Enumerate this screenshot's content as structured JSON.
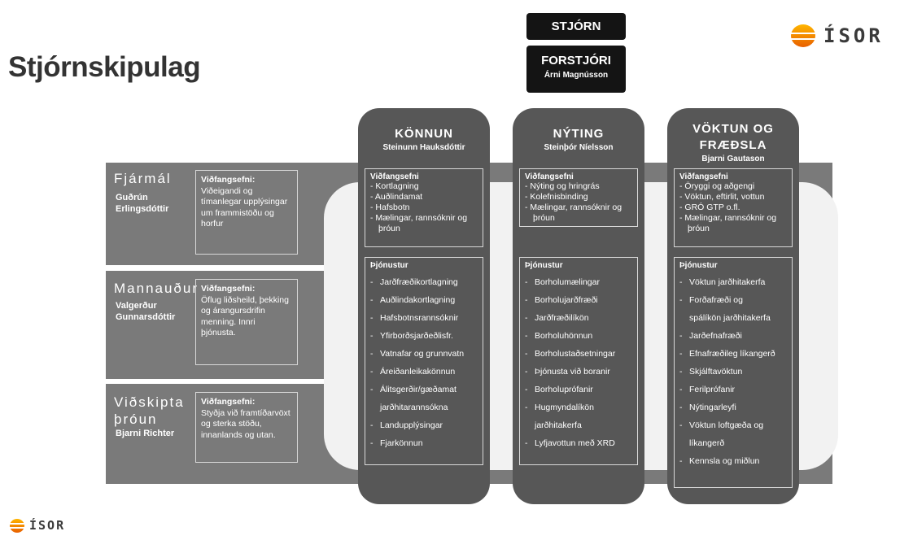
{
  "title": "Stjórnskipulag",
  "logo_text": "ÍSOR",
  "board": "STJÓRN",
  "ceo": {
    "title": "FORSTJÓRI",
    "name": "Árni Magnússon"
  },
  "bands": [
    {
      "title": "Fjármál",
      "person": [
        "Guðrún",
        "Erlingsdóttir"
      ],
      "box_title": "Viðfangsefni:",
      "box_text": "Viðeigandi og tímanlegar upplýsingar um frammistöðu og horfur"
    },
    {
      "title": "Mannauður",
      "person": [
        "Valgerður",
        "Gunnarsdóttir"
      ],
      "box_title": "Viðfangsefni:",
      "box_text": "Öflug liðsheild, þekking og árangursdrifin menning. Innri þjónusta."
    },
    {
      "title": "Viðskipta þróun",
      "person": [
        "Bjarni Richter"
      ],
      "box_title": "Viðfangsefni:",
      "box_text": "Styðja við framtíðarvöxt og sterka stöðu, innanlands og utan."
    }
  ],
  "columns": [
    {
      "name": "KÖNNUN",
      "person": "Steinunn Hauksdóttir",
      "v_title": "Viðfangsefni",
      "v_items": [
        "Kortlagning",
        "Auðlindamat",
        "Hafsbotn",
        "Mælingar, rannsóknir og þróun"
      ],
      "s_title": "Þjónustur",
      "s_items": [
        "Jarðfræðikortlagning",
        "Auðlindakortlagning",
        "Hafsbotnsrannsóknir",
        "Yfirborðsjarðeðlisfr.",
        "Vatnafar og grunnvatn",
        "Áreiðanleikakönnun",
        "Álitsgerðir/gæðamat",
        "jarðhitarannsókna",
        "Landupplýsingar",
        "Fjarkönnun"
      ]
    },
    {
      "name": "NÝTING",
      "person": "Steinþór Níelsson",
      "v_title": "Viðfangsefni",
      "v_items": [
        "Nýting og hringrás",
        "Kolefnisbinding",
        "Mælingar, rannsóknir og þróun"
      ],
      "s_title": "Þjónustur",
      "s_items": [
        "Borholumælingar",
        "Borholujarðfræði",
        "Jarðfræðilíkön",
        "Borholuhönnun",
        "Borholustaðsetningar",
        "Þjónusta við boranir",
        "Borholuprófanir",
        "Hugmyndalíkön",
        "jarðhitakerfa",
        "Lyfjavottun með XRD"
      ]
    },
    {
      "name": "VÖKTUN OG FRÆÐSLA",
      "name_lines": [
        "VÖKTUN OG",
        "FRÆÐSLA"
      ],
      "person": "Bjarni Gautason",
      "v_title": "Viðfangsefni",
      "v_items": [
        "Öryggi og aðgengi",
        "Vöktun, eftirlit, vottun",
        "GRÓ GTP o.fl.",
        "Mælingar, rannsóknir og þróun"
      ],
      "s_title": "Þjónustur",
      "s_items": [
        "Vöktun jarðhitakerfa",
        "Forðafræði og",
        "spálíkön jarðhitakerfa",
        "Jarðefnafræði",
        "Efnafræðileg líkangerð",
        "Skjálftavöktun",
        "Ferilprófanir",
        "Nýtingarleyfi",
        "Vöktun loftgæða og",
        "líkangerð",
        "Kennsla og miðlun"
      ]
    }
  ]
}
